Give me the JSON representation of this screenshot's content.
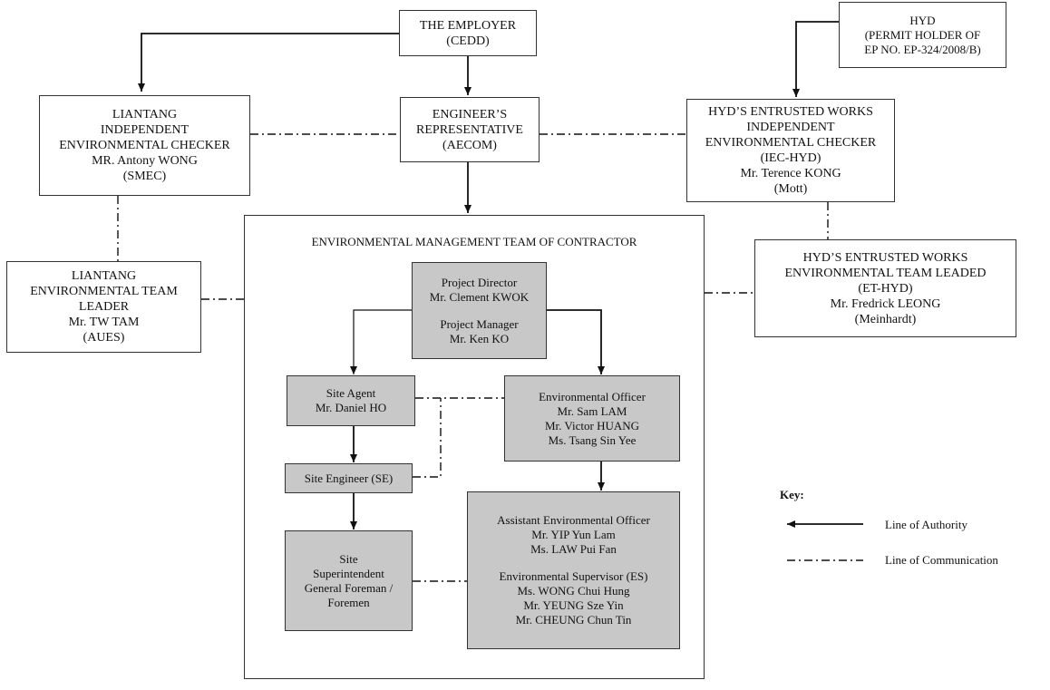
{
  "employer": {
    "lines": [
      "THE EMPLOYER",
      "(CEDD)"
    ]
  },
  "hyd_permit": {
    "lines": [
      "HYD",
      "(PERMIT HOLDER OF",
      "EP NO. EP-324/2008/B)"
    ]
  },
  "liantang_iec": {
    "lines": [
      "LIANTANG",
      "INDEPENDENT",
      "ENVIRONMENTAL CHECKER",
      "MR. Antony WONG",
      "(SMEC)"
    ]
  },
  "engineers_rep": {
    "lines": [
      "ENGINEER’S",
      "REPRESENTATIVE",
      "(AECOM)"
    ]
  },
  "iec_hyd": {
    "lines": [
      "HYD’S ENTRUSTED WORKS",
      "INDEPENDENT",
      "ENVIRONMENTAL CHECKER",
      "(IEC-HYD)",
      "Mr. Terence KONG",
      "(Mott)"
    ]
  },
  "liantang_et": {
    "lines": [
      "LIANTANG",
      "ENVIRONMENTAL TEAM",
      "LEADER",
      "Mr. TW TAM",
      "(AUES)"
    ]
  },
  "et_hyd": {
    "lines": [
      "HYD’S ENTRUSTED WORKS",
      "ENVIRONMENTAL TEAM LEADED",
      "(ET-HYD)",
      "Mr. Fredrick LEONG",
      "(Meinhardt)"
    ]
  },
  "contractor_team": {
    "title": "ENVIRONMENTAL MANAGEMENT TEAM OF CONTRACTOR",
    "project_director": {
      "lines": [
        "Project Director",
        "Mr. Clement KWOK"
      ],
      "lines2": [
        "Project Manager",
        "Mr. Ken KO"
      ]
    },
    "site_agent": {
      "lines": [
        "Site Agent",
        "Mr. Daniel HO"
      ]
    },
    "env_officer": {
      "lines": [
        "Environmental Officer",
        "Mr. Sam LAM",
        "Mr. Victor HUANG",
        "Ms. Tsang Sin Yee"
      ]
    },
    "site_engineer": {
      "lines": [
        "Site Engineer (SE)"
      ]
    },
    "asst_env_officer": {
      "lines": [
        "Assistant Environmental Officer",
        "Mr. YIP Yun Lam",
        "Ms. LAW Pui Fan"
      ],
      "lines2": [
        "Environmental Supervisor (ES)",
        "Ms. WONG Chui Hung",
        "Mr. YEUNG Sze Yin",
        "Mr. CHEUNG Chun Tin"
      ]
    },
    "site_superintendent": {
      "lines": [
        "Site",
        "Superintendent",
        "General Foreman /",
        "Foremen"
      ]
    }
  },
  "key": {
    "title": "Key:",
    "authority": "Line of Authority",
    "communication": "Line of Communication"
  }
}
